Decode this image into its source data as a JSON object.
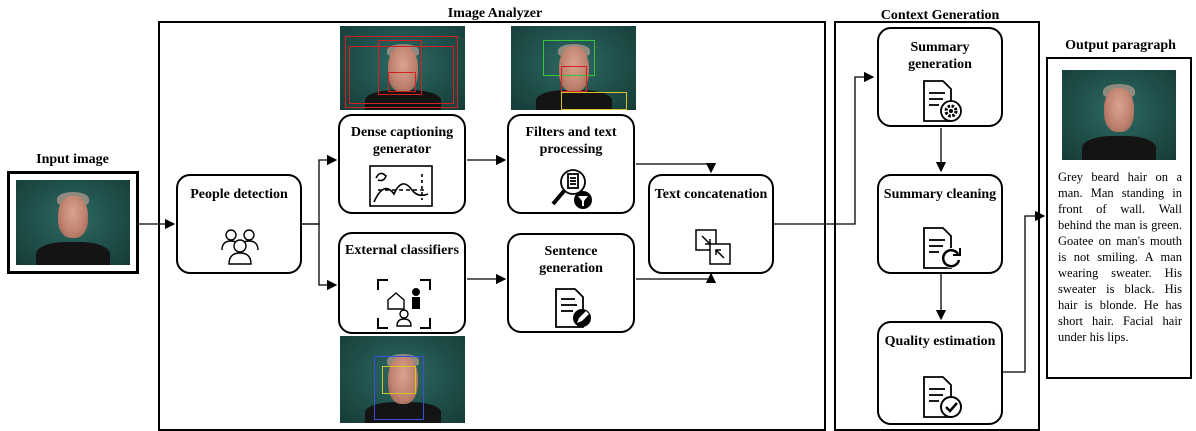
{
  "sections": {
    "input_title": "Input image",
    "analyzer_title": "Image Analyzer",
    "context_title": "Context Generation",
    "output_title": "Output paragraph"
  },
  "blocks": {
    "people_detection": "People detection",
    "dense_captioning": "Dense captioning generator",
    "filters": "Filters and text processing",
    "external_classifiers": "External classifiers",
    "sentence_generation": "Sentence generation",
    "text_concatenation": "Text concatenation",
    "summary_generation": "Summary generation",
    "summary_cleaning": "Summary cleaning",
    "quality_estimation": "Quality estimation"
  },
  "output_paragraph": "Grey beard hair on a man. Man standing in front of wall. Wall behind the man is green. Goatee on man's mouth is not smiling. A man wearing sweater. His sweater is black. His hair is blonde. He has short hair. Facial hair under his lips.",
  "icons": {
    "people_detection": "people-group-icon",
    "dense_captioning": "image-caption-icon",
    "filters": "document-search-filter-icon",
    "external_classifiers": "classifier-scan-icon",
    "sentence_generation": "document-edit-icon",
    "text_concatenation": "merge-arrows-icon",
    "summary_generation": "document-gear-icon",
    "summary_cleaning": "document-refresh-icon",
    "quality_estimation": "document-check-icon"
  },
  "colors": {
    "photo_bg": "#1f4f4a",
    "bbox_red": "#d42020",
    "bbox_green": "#39c43a",
    "bbox_yellow": "#d8c229",
    "bbox_blue": "#3a4fd8"
  }
}
